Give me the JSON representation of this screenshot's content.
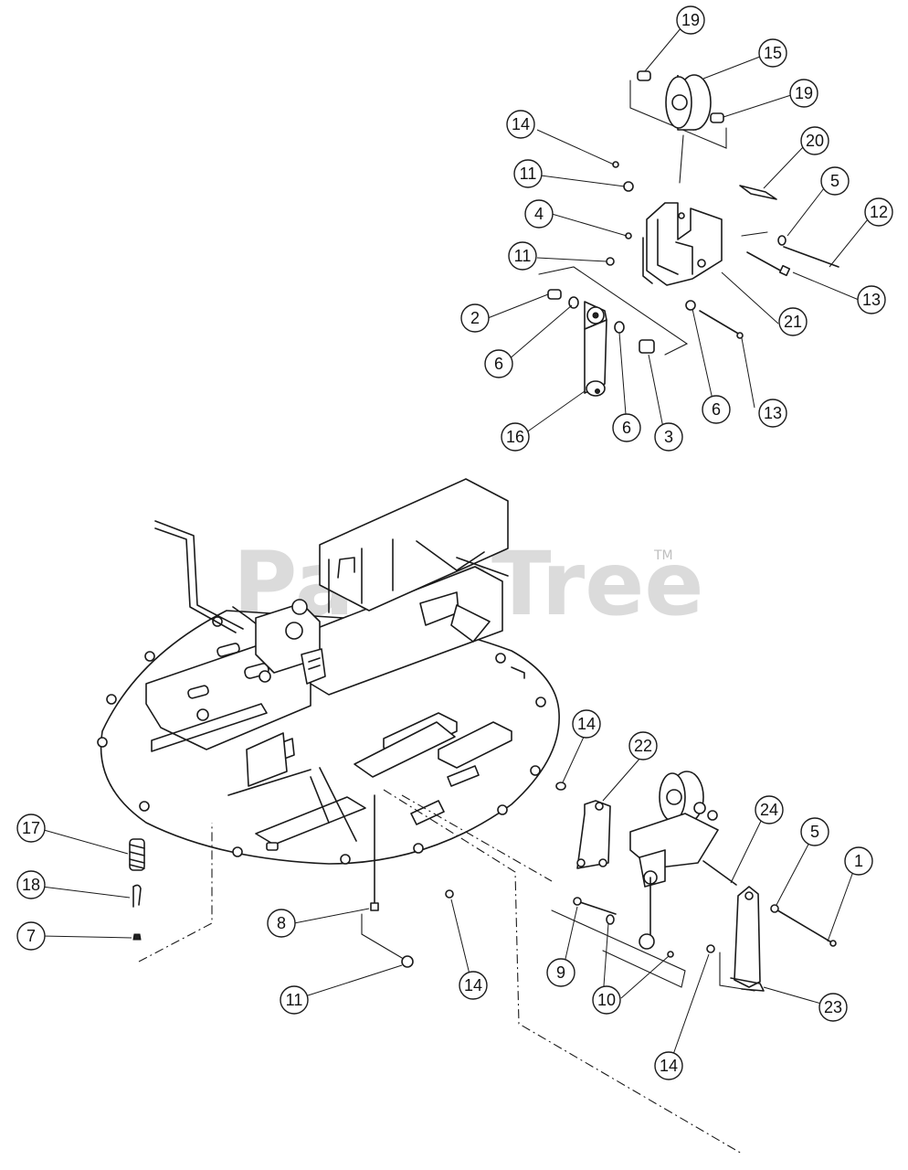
{
  "watermark": {
    "text": "PartsTree",
    "trademark": "TM"
  },
  "callouts": [
    {
      "label": "19"
    },
    {
      "label": "15"
    },
    {
      "label": "19"
    },
    {
      "label": "14"
    },
    {
      "label": "20"
    },
    {
      "label": "11"
    },
    {
      "label": "5"
    },
    {
      "label": "12"
    },
    {
      "label": "4"
    },
    {
      "label": "11"
    },
    {
      "label": "13"
    },
    {
      "label": "21"
    },
    {
      "label": "2"
    },
    {
      "label": "6"
    },
    {
      "label": "6"
    },
    {
      "label": "13"
    },
    {
      "label": "6"
    },
    {
      "label": "3"
    },
    {
      "label": "16"
    },
    {
      "label": "14"
    },
    {
      "label": "22"
    },
    {
      "label": "24"
    },
    {
      "label": "5"
    },
    {
      "label": "1"
    },
    {
      "label": "17"
    },
    {
      "label": "18"
    },
    {
      "label": "7"
    },
    {
      "label": "8"
    },
    {
      "label": "9"
    },
    {
      "label": "10"
    },
    {
      "label": "14"
    },
    {
      "label": "11"
    },
    {
      "label": "23"
    },
    {
      "label": "14"
    }
  ]
}
